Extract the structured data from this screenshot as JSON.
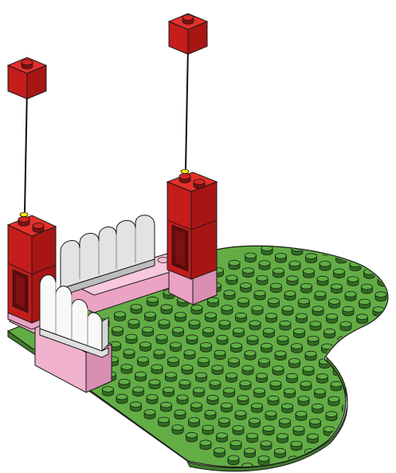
{
  "illustration": {
    "kind": "building-instruction-step",
    "colors": {
      "baseplate": "#63ad45",
      "baseplate_edge": "#3f7d2b",
      "stud": "#4f9a37",
      "stud_top": "#7cc35c",
      "red_light": "#e5302b",
      "red_mid": "#c41d1b",
      "red_dark": "#8f1312",
      "pink_light": "#f7c8dc",
      "pink_mid": "#eaa3c3",
      "pink_dark": "#c97fa3",
      "fence_white": "#f7f7f7",
      "fence_grey": "#d9d9d9",
      "guide_dot": "#ffe600",
      "outline": "#1a1a1a"
    },
    "parts": [
      {
        "name": "red-1x1-brick",
        "count": 2,
        "role": "to-place"
      },
      {
        "name": "red-window-column",
        "count": 2,
        "role": "placed"
      },
      {
        "name": "white-picket-fence",
        "count": 2,
        "role": "placed"
      },
      {
        "name": "pink-plate",
        "count": 2,
        "role": "placed"
      },
      {
        "name": "green-heart-baseplate",
        "count": 1,
        "role": "base"
      }
    ]
  }
}
